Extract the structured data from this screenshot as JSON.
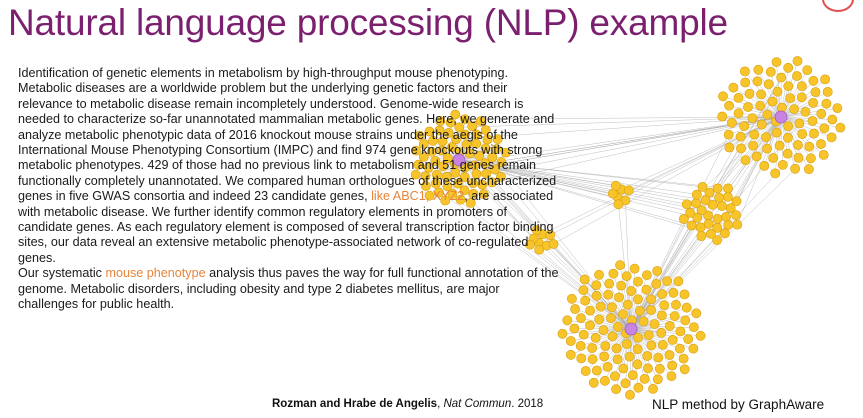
{
  "slide": {
    "title": "Natural language processing (NLP) example",
    "abstract": {
      "p1": "Identification of genetic elements in metabolism by high-throughput mouse phenotyping.",
      "p2_a": "Metabolic diseases are a worldwide problem but the underlying genetic factors and their relevance to metabolic disease remain incompletely understood. Genome-wide research is needed to characterize so-far unannotated mammalian metabolic genes. Here, we generate and analyze metabolic phenotypic data of 2016 knockout mouse strains under the aegis of the International Mouse Phenotyping Consortium (IMPC) and find 974 gene knockouts with strong metabolic phenotypes. 429 of those had no previous link to metabolism and 51 genes remain functionally completely unannotated. We compared human orthologues of these uncharacterized genes in five GWAS consortia and indeed 23 candidate genes, ",
      "p2_highlight": "like ABC1, XYZ2",
      "p2_b": ", are associated with metabolic disease. We further identify common regulatory elements in promoters of candidate genes. As each regulatory element is composed of several transcription factor binding sites, our data reveal an extensive metabolic phenotype-associated network of co-regulated genes.",
      "p3_a": "Our systematic ",
      "p3_highlight": "mouse phenotype",
      "p3_b": " analysis thus paves the way for full functional annotation of the genome. Metabolic disorders, including obesity and type 2 diabetes mellitus, are major challenges for public health."
    },
    "citation": {
      "authors": "Rozman and Hrabe de Angelis",
      "sep": ", ",
      "journal": "Nat Commun",
      "year": ". 2018"
    },
    "credit": "NLP method by GraphAware"
  },
  "colors": {
    "title": "#7b1f6f",
    "highlight": "#e8843a",
    "node": "#f7c52a",
    "hub": "#c784e0",
    "edge": "#a6a6a6"
  }
}
